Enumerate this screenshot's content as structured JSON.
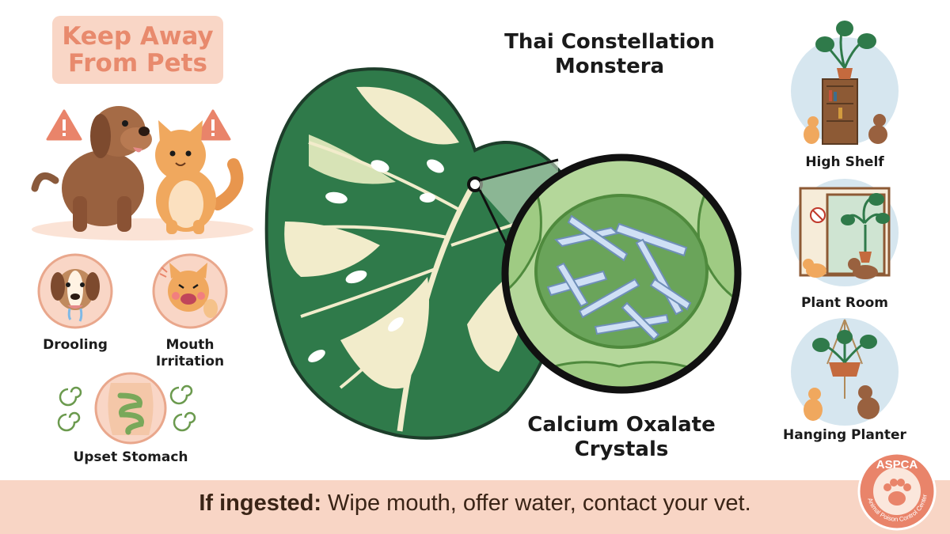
{
  "header": {
    "warning_line1": "Keep Away",
    "warning_line2": "From Pets"
  },
  "title": {
    "line1": "Thai Constellation",
    "line2": "Monstera"
  },
  "crystals": {
    "line1": "Calcium Oxalate",
    "line2": "Crystals"
  },
  "symptoms": [
    {
      "label": "Drooling"
    },
    {
      "label_line1": "Mouth",
      "label_line2": "Irritation"
    },
    {
      "label": "Upset Stomach"
    }
  ],
  "placements": [
    {
      "label": "High Shelf"
    },
    {
      "label": "Plant Room"
    },
    {
      "label": "Hanging Planter"
    }
  ],
  "footer": {
    "bold": "If ingested:",
    "rest": " Wipe mouth, offer water, contact your vet."
  },
  "badge": {
    "acronym": "ASPCA",
    "arc_text": "Animal Poison Control Center"
  },
  "icons": {
    "warning": "warning-triangle-icon",
    "dog": "dog-icon",
    "cat": "cat-icon",
    "paw": "paw-icon"
  },
  "colors": {
    "accent": "#e88a6d",
    "badge_bg": "#f9d6c6",
    "footer_bg": "#f8d5c5",
    "leaf_green": "#2f7a4a",
    "leaf_cream": "#f2eccb",
    "circle_bg": "#d6e6ef"
  }
}
